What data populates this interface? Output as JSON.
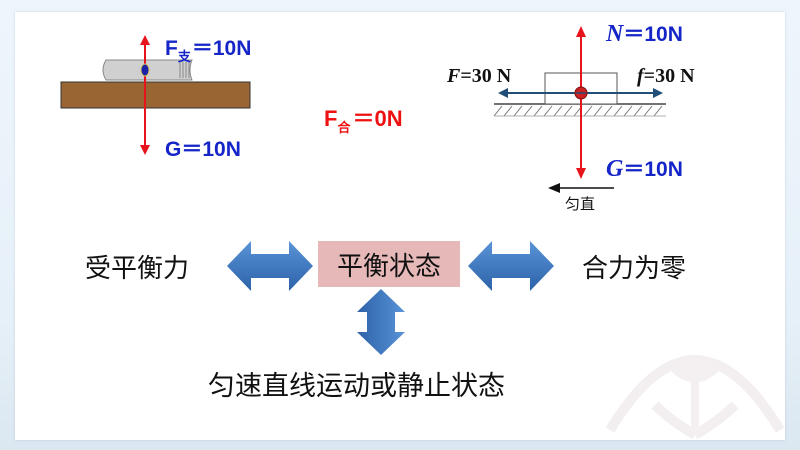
{
  "slide": {
    "left_diagram": {
      "support_force": {
        "symbol": "F",
        "subscript": "支",
        "value": "＝10N"
      },
      "gravity": {
        "symbol": "G",
        "value": "＝10N"
      }
    },
    "net_force": {
      "symbol": "F",
      "subscript": "合",
      "value": "＝0N"
    },
    "right_diagram": {
      "normal_force": {
        "symbol": "N",
        "value": "＝10N"
      },
      "applied_force": {
        "symbol": "F",
        "value": "=30 N"
      },
      "friction_force": {
        "symbol": "f",
        "value": "=30 N"
      },
      "gravity": {
        "symbol": "G",
        "value": "＝10N"
      },
      "motion_label": "匀直"
    },
    "concept_map": {
      "left_term": "受平衡力",
      "center_term": "平衡状态",
      "right_term": "合力为零",
      "bottom_term": "匀速直线运动或静止状态"
    },
    "colors": {
      "force_arrow": "#e8141c",
      "label_blue": "#1525c8",
      "net_force_red": "#ee1111",
      "horizontal_arrow": "#1f4e79",
      "block_arrow_blue": "#3a77c0",
      "state_box_fill": "#e6b9b8",
      "table_brown": "#996633"
    }
  }
}
